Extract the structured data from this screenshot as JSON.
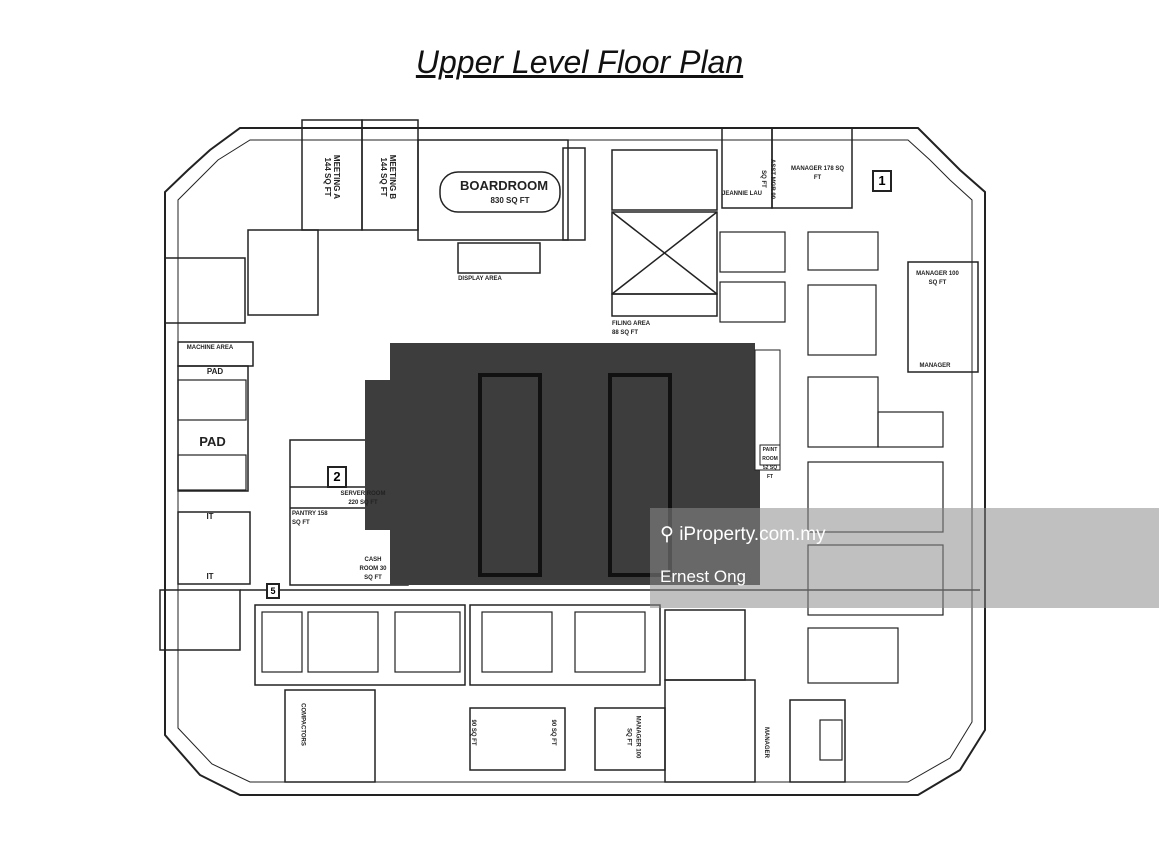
{
  "title": "Upper Level Floor Plan",
  "rooms": {
    "meeting_a": "MEETING A 144 SQ FT",
    "meeting_b": "MEETING B 144 SQ FT",
    "boardroom": "BOARDROOM",
    "boardroom_area": "830 SQ FT",
    "display_area": "DISPLAY AREA",
    "filing_area": "FILING AREA 88 SQ FT",
    "jeannie_lau": "JEANNIE LAU",
    "asst_mgr": "ASST MGR 90 SQ FT",
    "manager_top": "MANAGER 178 SQ FT",
    "manager_right": "MANAGER 100 SQ FT",
    "manager_right_lower": "MANAGER",
    "machine_area": "MACHINE AREA",
    "pad_1": "PAD",
    "pad_2": "PAD",
    "it_1": "IT",
    "it_2": "IT",
    "server_room": "SERVER ROOM 220 SQ FT",
    "pantry": "PANTRY 158 SQ FT",
    "paint_room": "PAINT ROOM 52 SQ FT",
    "cash_room": "CASH ROOM 30 SQ FT",
    "compactors": "COMPACTORS",
    "office_90a": "90 SQ FT",
    "office_90b": "90 SQ FT",
    "manager_bottom": "MANAGER 100 SQ FT",
    "manager_bottom_right": "MANAGER"
  },
  "markers": [
    "1",
    "2",
    "5"
  ],
  "watermark": {
    "brand": "iProperty.com.my",
    "agent": "Ernest Ong",
    "icon": "location-pin-icon"
  }
}
